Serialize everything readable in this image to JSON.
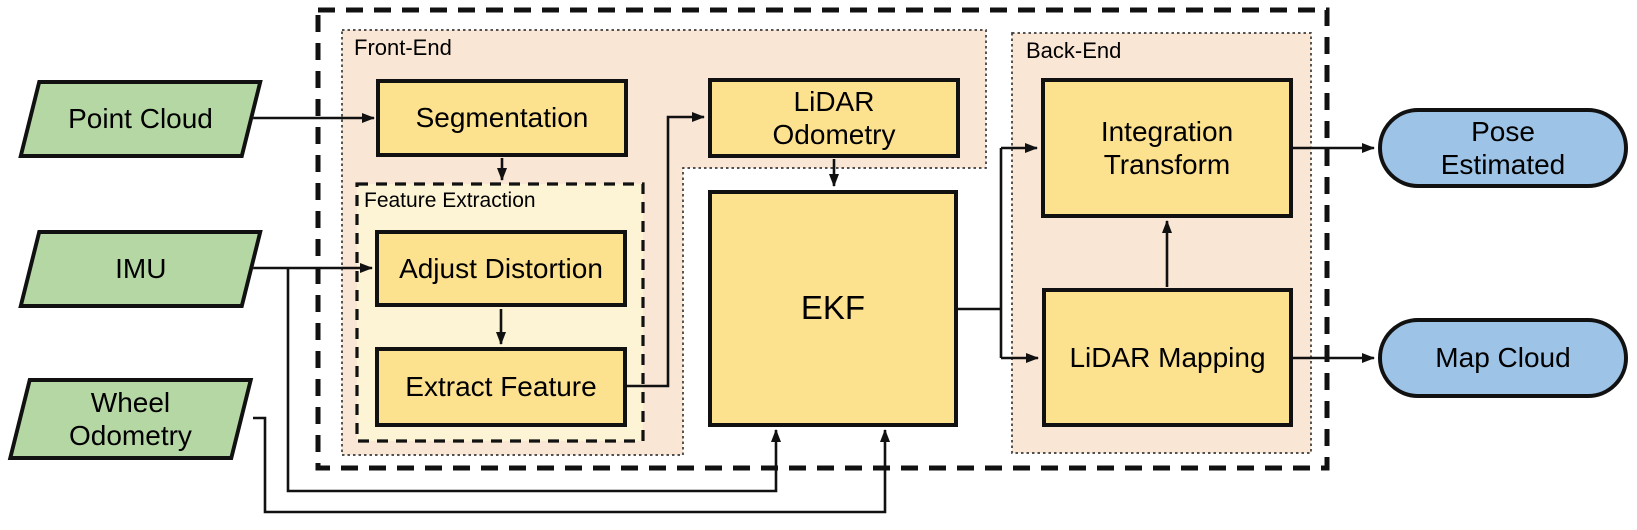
{
  "regions": {
    "front_end": {
      "label": "Front-End"
    },
    "back_end": {
      "label": "Back-End"
    },
    "feature_extraction": {
      "label": "Feature Extraction"
    }
  },
  "inputs": {
    "point_cloud": {
      "label": "Point Cloud"
    },
    "imu": {
      "label": "IMU"
    },
    "wheel_odometry": {
      "line1": "Wheel",
      "line2": "Odometry"
    }
  },
  "nodes": {
    "segmentation": {
      "label": "Segmentation"
    },
    "adjust_distortion": {
      "label": "Adjust Distortion"
    },
    "extract_feature": {
      "label": "Extract Feature"
    },
    "lidar_odometry": {
      "line1": "LiDAR",
      "line2": "Odometry"
    },
    "ekf": {
      "label": "EKF"
    },
    "integration_transform": {
      "line1": "Integration",
      "line2": "Transform"
    },
    "lidar_mapping": {
      "label": "LiDAR Mapping"
    }
  },
  "outputs": {
    "pose_estimated": {
      "line1": "Pose",
      "line2": "Estimated"
    },
    "map_cloud": {
      "label": "Map Cloud"
    }
  },
  "colors": {
    "input_fill": "#b5d7a4",
    "node_fill": "#fce18e",
    "output_fill": "#9dc3e6",
    "region_fill": "#fae6d5",
    "feature_extraction_fill": "#fdf3d5",
    "line": "#111111"
  }
}
